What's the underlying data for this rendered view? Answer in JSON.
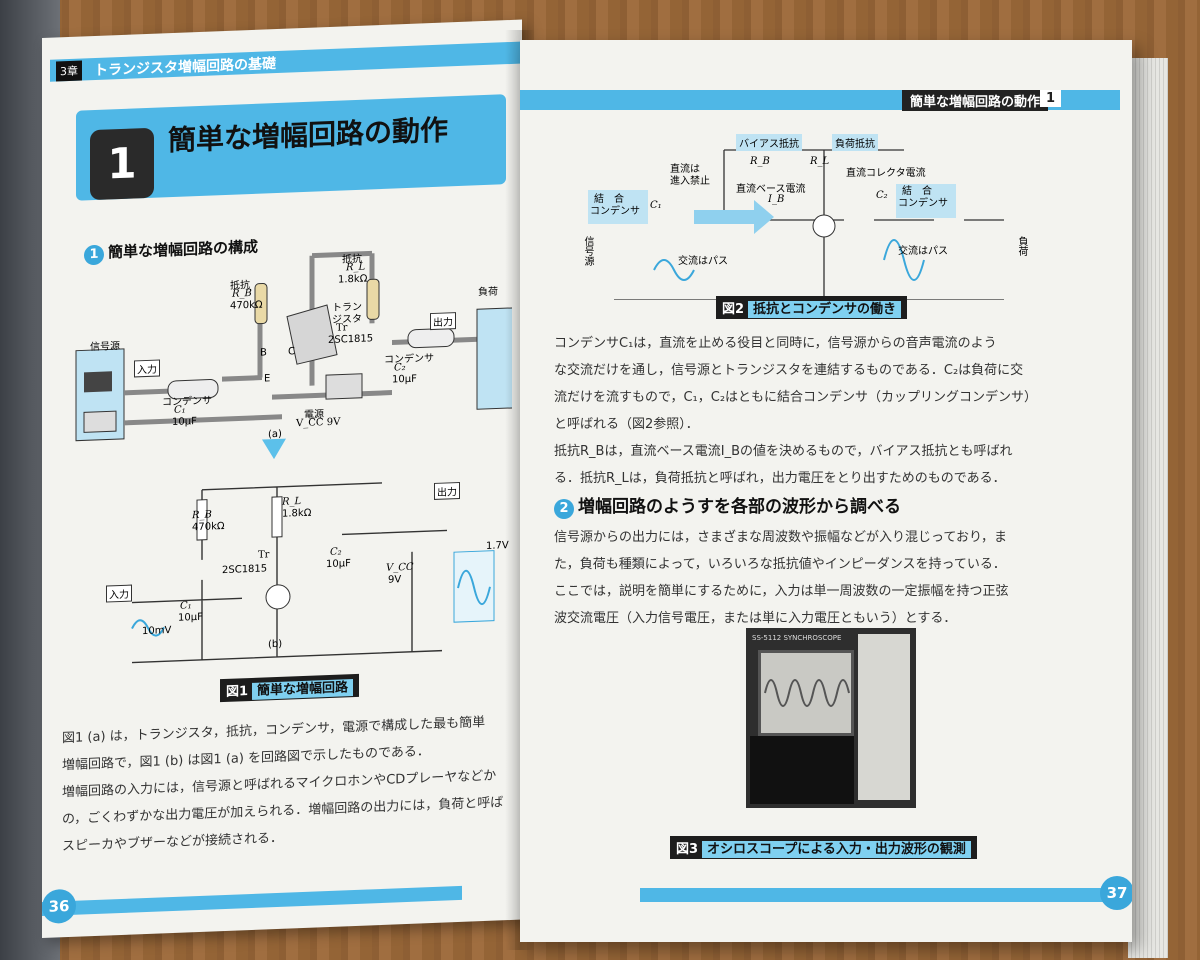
{
  "left_page": {
    "chapter_badge": "3章",
    "chapter_title": "トランジスタ増幅回路の基礎",
    "section_number": "1",
    "section_title": "簡単な増幅回路の動作",
    "subsection_num": "1",
    "subsection_title": "簡単な増幅回路の構成",
    "fig_a": {
      "labels": [
        "信号源",
        "入力",
        "コンデンサ",
        "C₁",
        "10μF",
        "抵抗",
        "R_B",
        "470kΩ",
        "抵抗",
        "R_L",
        "1.8kΩ",
        "トラン",
        "ジスタ",
        "Tr",
        "2SC1815",
        "B",
        "C",
        "E",
        "コンデンサ",
        "C₂",
        "10μF",
        "出力",
        "負荷",
        "電源",
        "V_CC 9V",
        "(a)"
      ]
    },
    "fig_b": {
      "labels": [
        "R_B",
        "470kΩ",
        "R_L",
        "1.8kΩ",
        "Tr",
        "2SC1815",
        "C₂",
        "10μF",
        "入力",
        "C₁",
        "10μF",
        "10mV",
        "V_CC",
        "9V",
        "出力",
        "1.7V",
        "(b)"
      ]
    },
    "figure_caption_num": "図1",
    "figure_caption_text": "簡単な増幅回路",
    "paragraphs": [
      "図1 (a) は，トランジスタ，抵抗，コンデンサ，電源で構成した最も簡単",
      "増幅回路で，図1 (b) は図1 (a) を回路図で示したものである．",
      "増幅回路の入力には，信号源と呼ばれるマイクロホンやCDプレーヤなどか",
      "の，ごくわずかな出力電圧が加えられる．増幅回路の出力には，負荷と呼ば",
      "スピーカやブザーなどが接続される．"
    ],
    "page_number": "36"
  },
  "right_page": {
    "running_head": "簡単な増幅回路の動作",
    "running_head_num": "1",
    "fig2": {
      "labels": [
        "バイアス抵抗",
        "負荷抵抗",
        "直流は",
        "進入禁止",
        "R_B",
        "R_L",
        "直流ベース電流",
        "I_B",
        "直流コレクタ電流",
        "結　合",
        "コンデンサ",
        "C₁",
        "C₂",
        "結　合",
        "コンデンサ",
        "信号源",
        "交流はパス",
        "交流はパス",
        "負荷"
      ]
    },
    "fig2_caption_num": "図2",
    "fig2_caption_text": "抵抗とコンデンサの働き",
    "paragraphs_1": [
      "コンデンサC₁は，直流を止める役目と同時に，信号源からの音声電流のよう",
      "な交流だけを通し，信号源とトランジスタを連結するものである．C₂は負荷に交",
      "流だけを流すもので，C₁，C₂はともに結合コンデンサ（カップリングコンデンサ）",
      "と呼ばれる（図2参照）．",
      "抵抗R_Bは，直流ベース電流I_Bの値を決めるもので，バイアス抵抗とも呼ばれ",
      "る．抵抗R_Lは，負荷抵抗と呼ばれ，出力電圧をとり出すためのものである．"
    ],
    "subsection_num": "2",
    "subsection_title": "増幅回路のようすを各部の波形から調べる",
    "paragraphs_2": [
      "信号源からの出力には，さまざまな周波数や振幅などが入り混じっており，ま",
      "た，負荷も種類によって，いろいろな抵抗値やインピーダンスを持っている．",
      "ここでは，説明を簡単にするために，入力は単一周波数の一定振幅を持つ正弦",
      "波交流電圧（入力信号電圧，または単に入力電圧ともいう）とする．"
    ],
    "photo_label": "SS-5112 SYNCHROSCOPE",
    "fig3_caption_num": "図3",
    "fig3_caption_text": "オシロスコープによる入力・出力波形の観測",
    "page_number": "37"
  }
}
